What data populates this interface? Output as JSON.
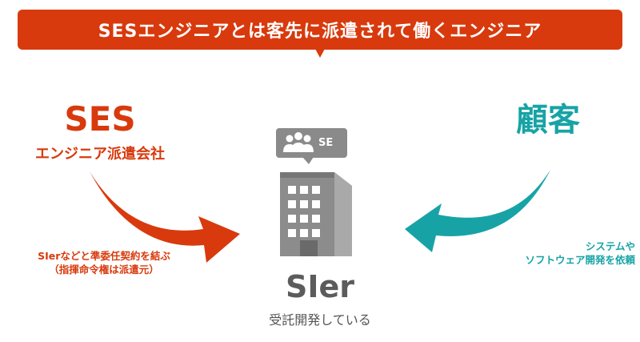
{
  "banner": {
    "text": "SESエンジニアとは客先に派遣されて働くエンジニア",
    "color": "#d83a0d"
  },
  "ses": {
    "title": "SES",
    "subtitle": "エンジニア派遣会社",
    "note_line1": "SIerなどと準委任契約を結ぶ",
    "note_line2": "（指揮命令権は派遣元）",
    "color": "#d83a0d"
  },
  "client": {
    "title": "顧客",
    "note_line1": "システムや",
    "note_line2": "ソフトウェア開発を依頼",
    "color": "#17a3a6"
  },
  "sier": {
    "title": "SIer",
    "subtitle": "受託開発している",
    "badge": "SE",
    "color": "#5c5c5c"
  },
  "icons": [
    "building-icon",
    "people-icon",
    "speech-bubble-icon"
  ]
}
